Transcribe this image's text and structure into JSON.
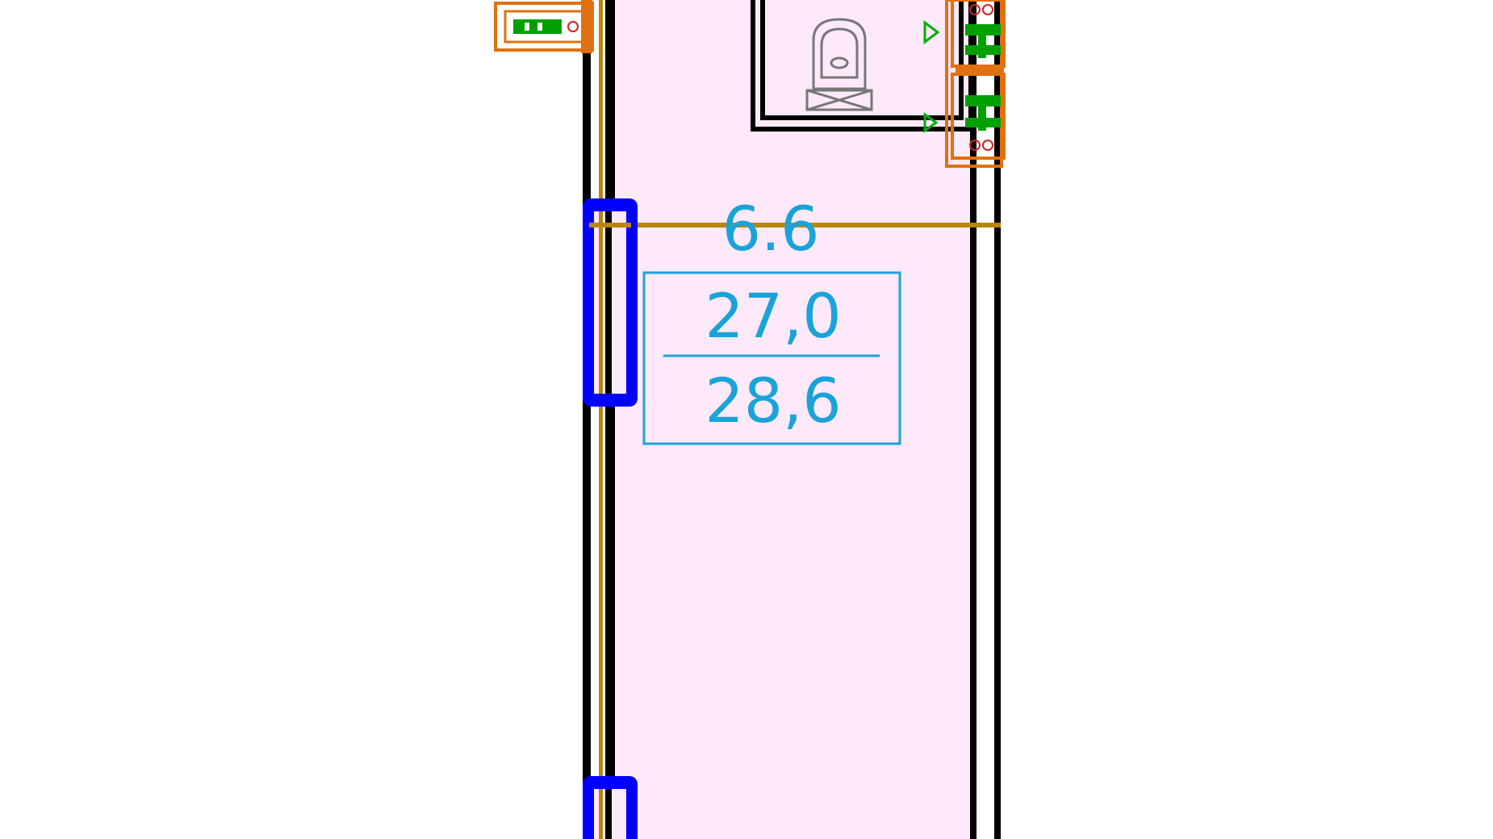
{
  "room": {
    "number": "6.6",
    "area_top": "27,0",
    "area_bottom": "28,6"
  },
  "colors": {
    "room_fill": "#fde9fa",
    "wall": "#000000",
    "gridline": "#b8860b",
    "window": "#0000ff",
    "label": "#1aa3d9",
    "fixture_outline": "#e07010",
    "fixture_green": "#00a000",
    "fixture_red": "#cc2222",
    "toilet": "#777777"
  },
  "icons": [
    "toilet-icon",
    "socket-icon",
    "electrical-panel-icon",
    "window-icon"
  ]
}
